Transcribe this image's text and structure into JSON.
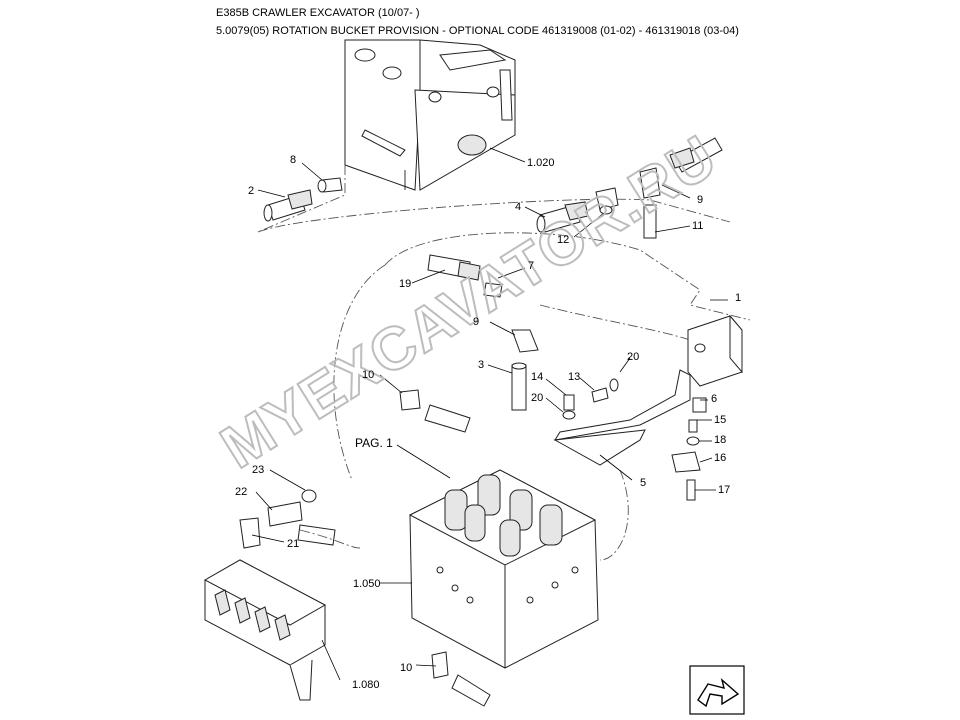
{
  "header": {
    "line1": "E385B CRAWLER EXCAVATOR (10/07- )",
    "line2": "5.0079(05) ROTATION BUCKET PROVISION - OPTIONAL CODE 461319008 (01-02) - 461319018 (03-04)"
  },
  "watermark": "MYEXCAVATOR.RU",
  "callouts": {
    "c1020": "1.020",
    "c1050": "1.050",
    "c1080": "1.080",
    "pag1": "PAG. 1",
    "n1": "1",
    "n2": "2",
    "n3": "3",
    "n4": "4",
    "n5": "5",
    "n6": "6",
    "n7": "7",
    "n8": "8",
    "n9a": "9",
    "n9b": "9",
    "n10a": "10",
    "n10b": "10",
    "n11": "11",
    "n12": "12",
    "n13": "13",
    "n14": "14",
    "n15": "15",
    "n16": "16",
    "n17": "17",
    "n18": "18",
    "n19": "19",
    "n20a": "20",
    "n20b": "20",
    "n21": "21",
    "n22": "22",
    "n23": "23"
  },
  "icons": {
    "navigation": "next-page-arrow-icon"
  }
}
